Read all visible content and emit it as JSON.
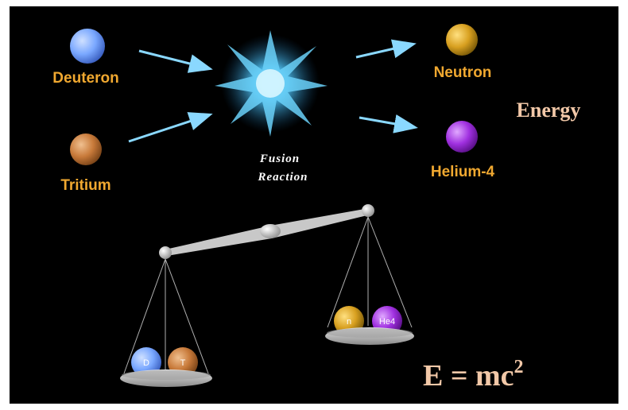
{
  "reactants": [
    {
      "label": "Deuteron",
      "color": "#7aa8ff"
    },
    {
      "label": "Tritium",
      "color": "#c87a3a"
    }
  ],
  "products": [
    {
      "label": "Neutron",
      "color": "#d8a020"
    },
    {
      "label": "Helium-4",
      "color": "#a030e0"
    }
  ],
  "reaction": {
    "line1": "Fusion",
    "line2": "Reaction"
  },
  "energy_label": "Energy",
  "left_pan": {
    "balls": [
      "D",
      "T"
    ]
  },
  "right_pan": {
    "balls": [
      "n",
      "He4"
    ]
  },
  "equation": {
    "text": "E = mc",
    "superscript": "2"
  },
  "colors": {
    "background": "#000000",
    "label": "#f0a830",
    "energy": "#f2c8a8",
    "arrow": "#8ad8ff",
    "burst": "#4ab8e8",
    "scale_metal": "#c8c8c8"
  }
}
